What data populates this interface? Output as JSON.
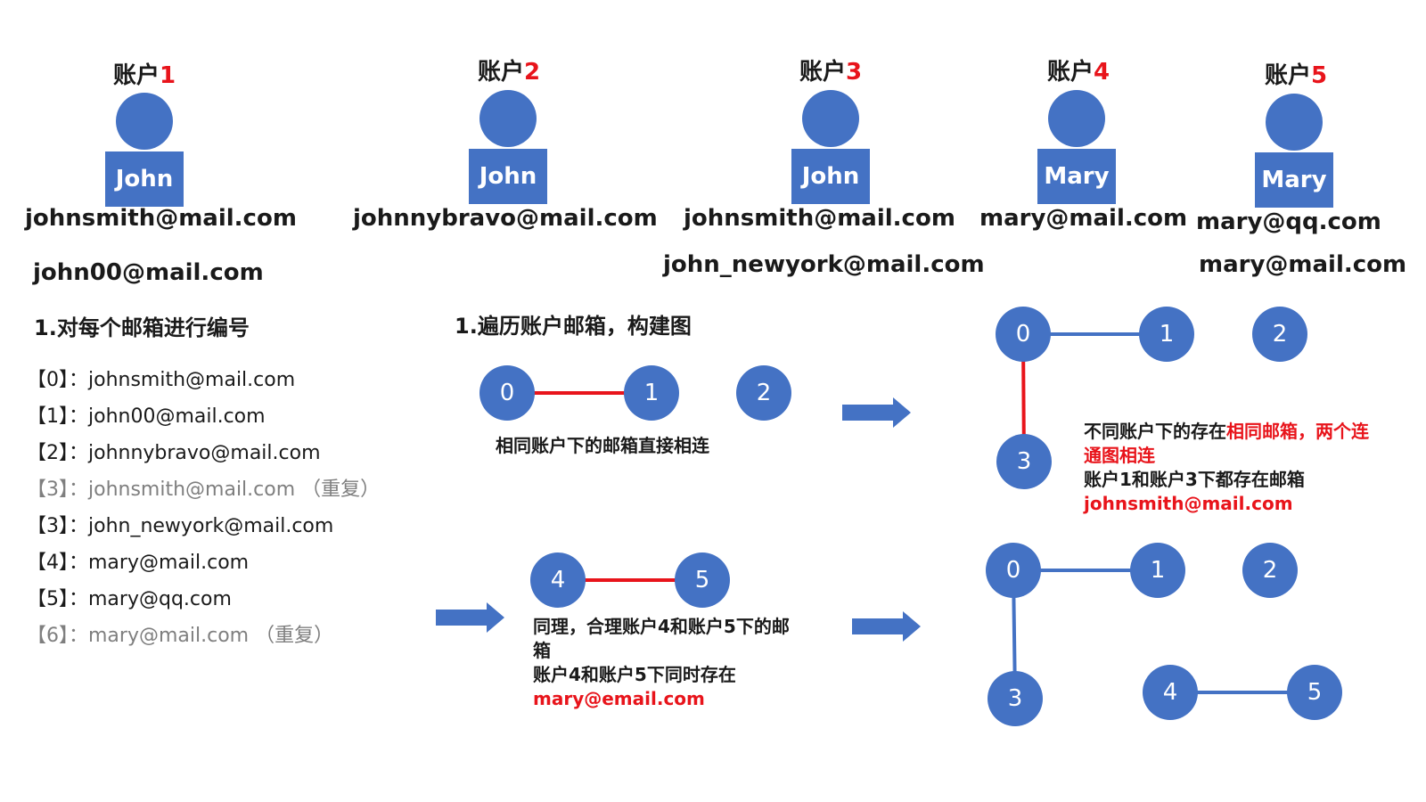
{
  "accounts": [
    {
      "prefix": "账户",
      "num": "1",
      "name": "John",
      "emails": [
        "johnsmith@mail.com",
        "john00@mail.com"
      ]
    },
    {
      "prefix": "账户",
      "num": "2",
      "name": "John",
      "emails": [
        "johnnybravo@mail.com"
      ]
    },
    {
      "prefix": "账户",
      "num": "3",
      "name": "John",
      "emails": [
        "johnsmith@mail.com",
        "john_newyork@mail.com"
      ]
    },
    {
      "prefix": "账户",
      "num": "4",
      "name": "Mary",
      "emails": [
        "mary@mail.com"
      ]
    },
    {
      "prefix": "账户",
      "num": "5",
      "name": "Mary",
      "emails": [
        "mary@qq.com",
        "mary@mail.com"
      ]
    }
  ],
  "step_left": "1.对每个邮箱进行编号",
  "step_mid": "1.遍历账户邮箱，构建图",
  "email_list": [
    {
      "text": "【0】：johnsmith@mail.com"
    },
    {
      "text": "【1】：john00@mail.com"
    },
    {
      "text": "【2】：johnnybravo@mail.com"
    },
    {
      "text": "【3】：johnsmith@mail.com （重复）"
    },
    {
      "text": "【3】：john_newyork@mail.com"
    },
    {
      "text": "【4】：mary@mail.com"
    },
    {
      "text": "【5】：mary@qq.com"
    },
    {
      "text": "【6】：mary@mail.com （重复）"
    }
  ],
  "notes": {
    "same_account": "相同账户下的邮箱直接相连",
    "diff_a": "不同账户下的存在",
    "diff_b": "相同邮箱，两个连通图相连",
    "diff_c": "账户1和账户3下都存在邮箱",
    "diff_email": "johnsmith@mail.com",
    "same_a": "同理，合理账户4和账户5下的邮箱",
    "same_b": "账户4和账户5下同时存在",
    "same_email": "mary@email.com"
  },
  "graph_nodes": {
    "g1": [
      "0",
      "1",
      "2"
    ],
    "g2": [
      "0",
      "1",
      "2",
      "3"
    ],
    "g3": [
      "4",
      "5"
    ],
    "g4": [
      "0",
      "1",
      "2",
      "3",
      "4",
      "5"
    ]
  },
  "colors": {
    "node": "#4472c4",
    "edge_new": "#e8141b",
    "edge_old": "#4472c4",
    "accent": "#e8141b"
  }
}
